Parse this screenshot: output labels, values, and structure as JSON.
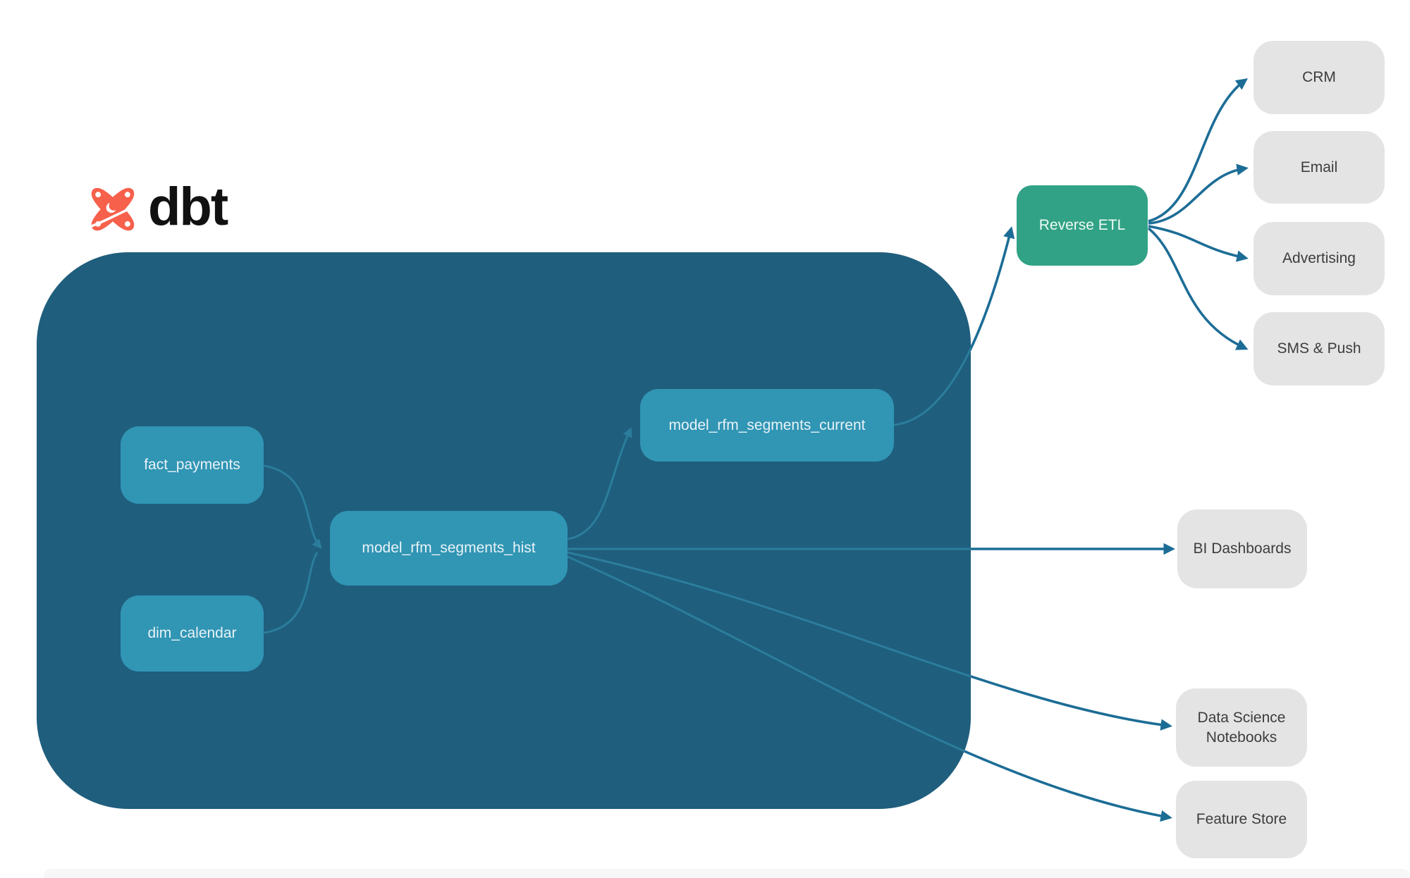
{
  "logo": {
    "text": "dbt",
    "icon": "dbt-logo-icon"
  },
  "colors": {
    "background": "#ffffff",
    "warehouse_container": "#1f5e7d",
    "model_node": "#3195b4",
    "model_node_text": "#e8f3f7",
    "reverse_etl_node": "#31a285",
    "destination_node": "#e4e4e4",
    "destination_node_text": "#3d3d3d",
    "edge_outer": "#1c6d96",
    "edge_inner": "#2c7d9c",
    "logo_orange": "#f7604b",
    "logo_text": "#111111"
  },
  "diagram": {
    "nodes": [
      {
        "id": "fact_payments",
        "label": "fact_payments",
        "type": "model"
      },
      {
        "id": "dim_calendar",
        "label": "dim_calendar",
        "type": "model"
      },
      {
        "id": "model_rfm_segments_hist",
        "label": "model_rfm_segments_hist",
        "type": "model"
      },
      {
        "id": "model_rfm_segments_current",
        "label": "model_rfm_segments_current",
        "type": "model"
      },
      {
        "id": "reverse_etl",
        "label": "Reverse ETL",
        "type": "service"
      },
      {
        "id": "crm",
        "label": "CRM",
        "type": "destination"
      },
      {
        "id": "email",
        "label": "Email",
        "type": "destination"
      },
      {
        "id": "advertising",
        "label": "Advertising",
        "type": "destination"
      },
      {
        "id": "sms_push",
        "label": "SMS & Push",
        "type": "destination"
      },
      {
        "id": "bi_dashboards",
        "label": "BI Dashboards",
        "type": "destination"
      },
      {
        "id": "data_science_notebooks",
        "label": "Data Science Notebooks",
        "type": "destination"
      },
      {
        "id": "feature_store",
        "label": "Feature Store",
        "type": "destination"
      }
    ],
    "edges": [
      {
        "from": "fact_payments",
        "to": "model_rfm_segments_hist"
      },
      {
        "from": "dim_calendar",
        "to": "model_rfm_segments_hist"
      },
      {
        "from": "model_rfm_segments_hist",
        "to": "model_rfm_segments_current"
      },
      {
        "from": "model_rfm_segments_current",
        "to": "reverse_etl"
      },
      {
        "from": "reverse_etl",
        "to": "crm"
      },
      {
        "from": "reverse_etl",
        "to": "email"
      },
      {
        "from": "reverse_etl",
        "to": "advertising"
      },
      {
        "from": "reverse_etl",
        "to": "sms_push"
      },
      {
        "from": "model_rfm_segments_hist",
        "to": "bi_dashboards"
      },
      {
        "from": "model_rfm_segments_hist",
        "to": "data_science_notebooks"
      },
      {
        "from": "model_rfm_segments_hist",
        "to": "feature_store"
      }
    ]
  }
}
